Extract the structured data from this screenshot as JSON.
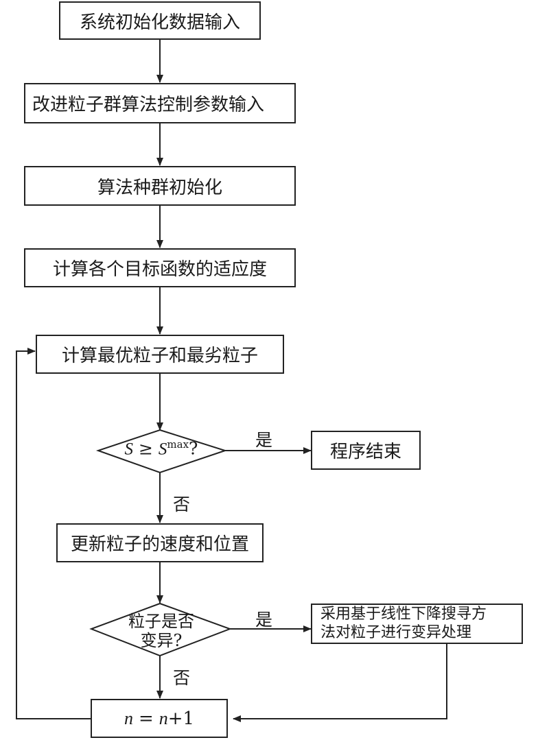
{
  "nodes": {
    "init": "系统初始化数据输入",
    "params": "改进粒子群算法控制参数输入",
    "pop_init": "算法种群初始化",
    "fitness": "计算各个目标函数的适应度",
    "best_worst": "计算最优粒子和最劣粒子",
    "cond1": {
      "lhs": "S",
      "op": "≥",
      "rhs": "S",
      "sup": "max",
      "q": "?"
    },
    "end": "程序结束",
    "update": "更新粒子的速度和位置",
    "cond2_line1": "粒子是否",
    "cond2_line2": "变异?",
    "mutate_line1": "采用基于线性下降搜寻方",
    "mutate_line2": "法对粒子进行变异处理",
    "incr": {
      "lhs": "n",
      "eq": "=",
      "rhs": "n",
      "plus": "+1"
    }
  },
  "edge_labels": {
    "yes1": "是",
    "no1": "否",
    "yes2": "是",
    "no2": "否"
  }
}
